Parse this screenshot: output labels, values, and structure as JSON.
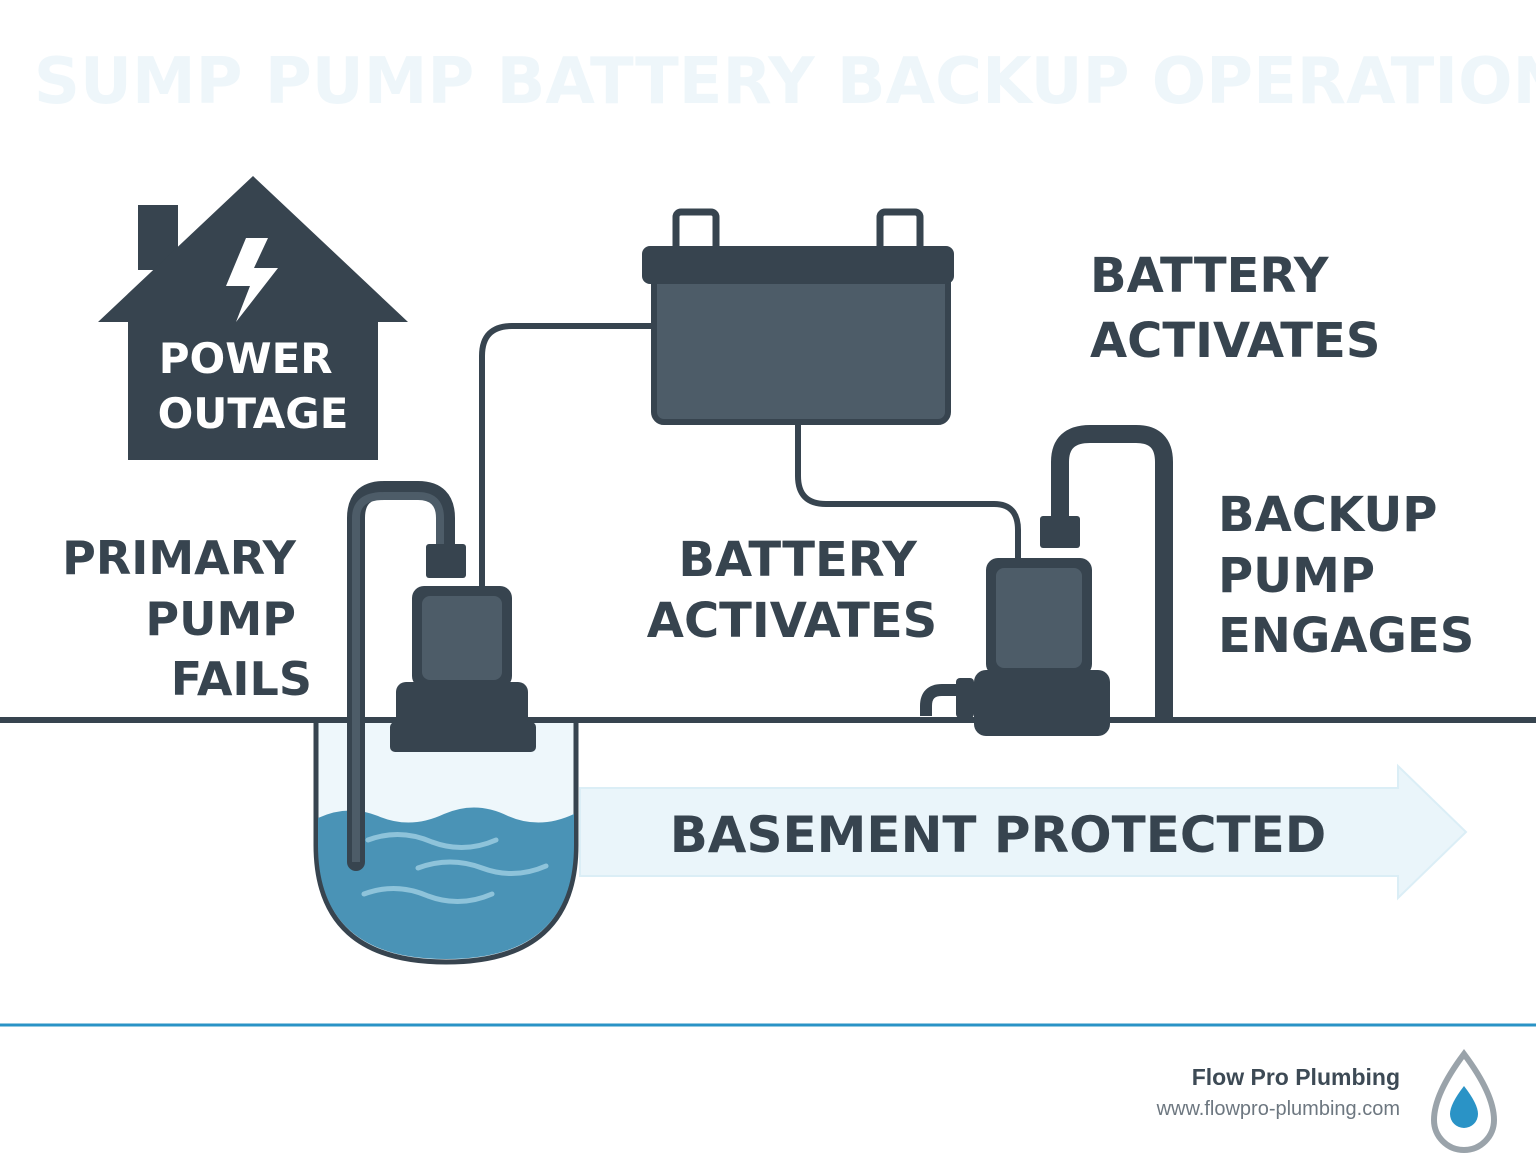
{
  "title": "SUMP PUMP BATTERY BACKUP OPERATION",
  "labels": {
    "power_outage": [
      "POWER",
      "OUTAGE"
    ],
    "primary_pump_fails": [
      "PRIMARY",
      "PUMP",
      "FAILS"
    ],
    "battery_activates_top": [
      "BATTERY",
      "ACTIVATES"
    ],
    "battery_activates_mid": [
      "BATTERY",
      "ACTIVATES"
    ],
    "backup_pump_engages": [
      "BACKUP",
      "PUMP",
      "ENGAGES"
    ],
    "basement_protected": "BASEMENT PROTECTED"
  },
  "footer": {
    "company": "Flow Pro Plumbing",
    "url": "www.flowpro-plumbing.com"
  },
  "colors": {
    "dark": "#37444f",
    "battery_body": "#4d5c68",
    "water": "#4a93b6",
    "pit_fill": "#eef7fb",
    "arrow_fill": "#eaf5fa",
    "accent_line": "#2a93c6",
    "title_faded": "#eef6fa"
  },
  "icons": [
    "house-icon",
    "lightning-bolt-icon",
    "battery-icon",
    "pump-icon",
    "water-drop-icon"
  ]
}
